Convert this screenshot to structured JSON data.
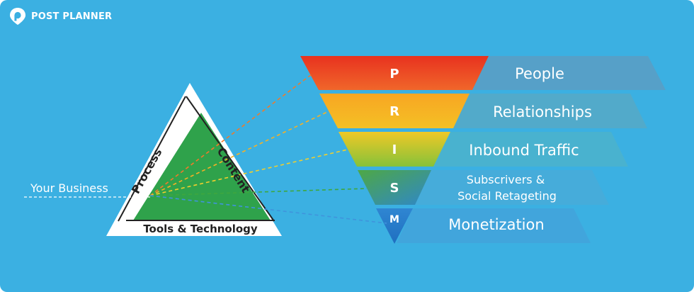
{
  "brand": {
    "name": "POST PLANNER",
    "logo_icon": "location-pin-p-icon"
  },
  "business_label": "Your Business",
  "triangle": {
    "left_side": "Process",
    "right_side": "Content",
    "bottom_side": "Tools & Technology"
  },
  "prism": {
    "tiers": [
      {
        "letter": "P",
        "label": "People"
      },
      {
        "letter": "R",
        "label": "Relationships"
      },
      {
        "letter": "I",
        "label": "Inbound Traffic"
      },
      {
        "letter": "S",
        "label": "Subscrivers &",
        "label2": "Social Retageting"
      },
      {
        "letter": "M",
        "label": "Monetization"
      }
    ]
  },
  "colors": {
    "background": "#3bb0e2",
    "triangle_fill": "#2fa24b",
    "tier_p": "#ea3a22",
    "tier_r": "#f6a623",
    "tier_i": "#d8c925",
    "tier_s": "#4ba348",
    "tier_m": "#2a7fd0"
  }
}
